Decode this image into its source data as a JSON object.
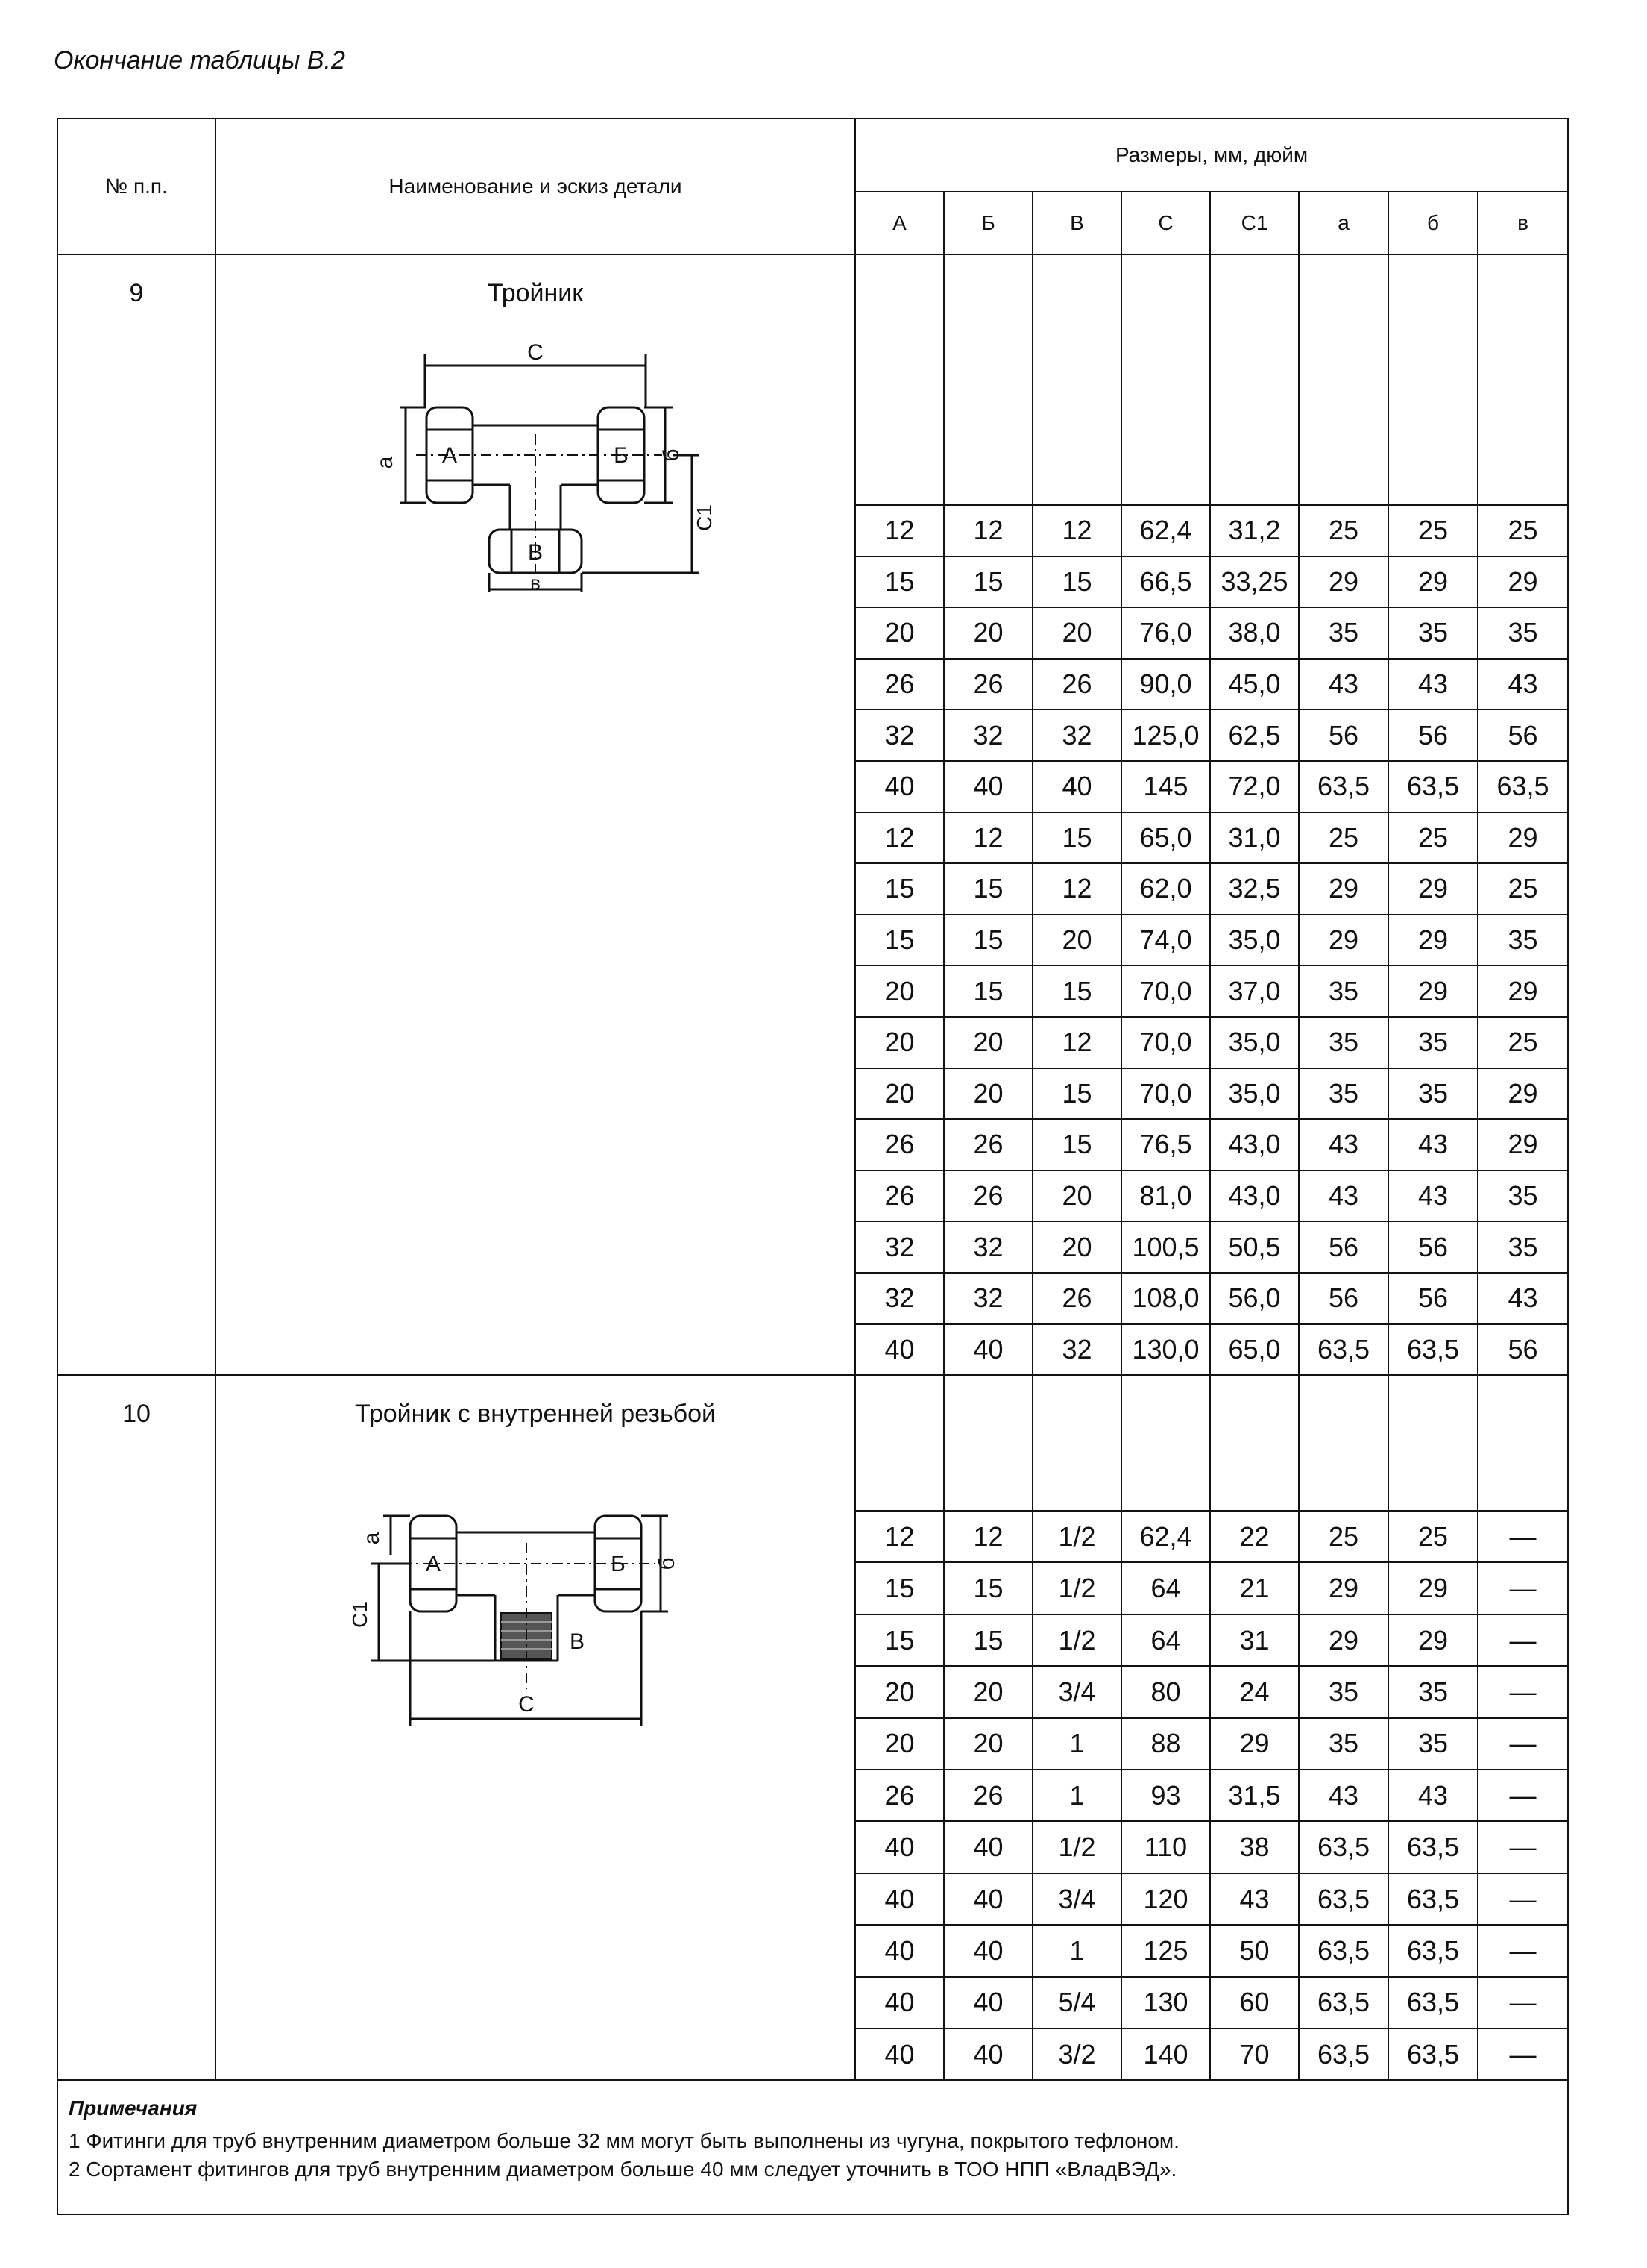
{
  "caption": "Окончание таблицы В.2",
  "headers": {
    "num": "№ п.п.",
    "name": "Наименование и эскиз детали",
    "sizes": "Размеры, мм, дюйм",
    "cols": [
      "А",
      "Б",
      "В",
      "С",
      "С1",
      "а",
      "б",
      "в"
    ]
  },
  "sections": [
    {
      "num": "9",
      "name": "Тройник",
      "sketch_labels": {
        "c": "С",
        "a": "а",
        "A": "А",
        "B": "Б",
        "b": "б",
        "C1": "С1",
        "V": "В",
        "v": "в"
      },
      "rows": [
        [
          "12",
          "12",
          "12",
          "62,4",
          "31,2",
          "25",
          "25",
          "25"
        ],
        [
          "15",
          "15",
          "15",
          "66,5",
          "33,25",
          "29",
          "29",
          "29"
        ],
        [
          "20",
          "20",
          "20",
          "76,0",
          "38,0",
          "35",
          "35",
          "35"
        ],
        [
          "26",
          "26",
          "26",
          "90,0",
          "45,0",
          "43",
          "43",
          "43"
        ],
        [
          "32",
          "32",
          "32",
          "125,0",
          "62,5",
          "56",
          "56",
          "56"
        ],
        [
          "40",
          "40",
          "40",
          "145",
          "72,0",
          "63,5",
          "63,5",
          "63,5"
        ],
        [
          "12",
          "12",
          "15",
          "65,0",
          "31,0",
          "25",
          "25",
          "29"
        ],
        [
          "15",
          "15",
          "12",
          "62,0",
          "32,5",
          "29",
          "29",
          "25"
        ],
        [
          "15",
          "15",
          "20",
          "74,0",
          "35,0",
          "29",
          "29",
          "35"
        ],
        [
          "20",
          "15",
          "15",
          "70,0",
          "37,0",
          "35",
          "29",
          "29"
        ],
        [
          "20",
          "20",
          "12",
          "70,0",
          "35,0",
          "35",
          "35",
          "25"
        ],
        [
          "20",
          "20",
          "15",
          "70,0",
          "35,0",
          "35",
          "35",
          "29"
        ],
        [
          "26",
          "26",
          "15",
          "76,5",
          "43,0",
          "43",
          "43",
          "29"
        ],
        [
          "26",
          "26",
          "20",
          "81,0",
          "43,0",
          "43",
          "43",
          "35"
        ],
        [
          "32",
          "32",
          "20",
          "100,5",
          "50,5",
          "56",
          "56",
          "35"
        ],
        [
          "32",
          "32",
          "26",
          "108,0",
          "56,0",
          "56",
          "56",
          "43"
        ],
        [
          "40",
          "40",
          "32",
          "130,0",
          "65,0",
          "63,5",
          "63,5",
          "56"
        ]
      ]
    },
    {
      "num": "10",
      "name": "Тройник с внутренней резьбой",
      "sketch_labels": {
        "a": "а",
        "A": "А",
        "B": "Б",
        "b": "б",
        "C1": "С1",
        "V": "В",
        "c": "С"
      },
      "rows": [
        [
          "12",
          "12",
          "1/2",
          "62,4",
          "22",
          "25",
          "25",
          "—"
        ],
        [
          "15",
          "15",
          "1/2",
          "64",
          "21",
          "29",
          "29",
          "—"
        ],
        [
          "15",
          "15",
          "1/2",
          "64",
          "31",
          "29",
          "29",
          "—"
        ],
        [
          "20",
          "20",
          "3/4",
          "80",
          "24",
          "35",
          "35",
          "—"
        ],
        [
          "20",
          "20",
          "1",
          "88",
          "29",
          "35",
          "35",
          "—"
        ],
        [
          "26",
          "26",
          "1",
          "93",
          "31,5",
          "43",
          "43",
          "—"
        ],
        [
          "40",
          "40",
          "1/2",
          "110",
          "38",
          "63,5",
          "63,5",
          "—"
        ],
        [
          "40",
          "40",
          "3/4",
          "120",
          "43",
          "63,5",
          "63,5",
          "—"
        ],
        [
          "40",
          "40",
          "1",
          "125",
          "50",
          "63,5",
          "63,5",
          "—"
        ],
        [
          "40",
          "40",
          "5/4",
          "130",
          "60",
          "63,5",
          "63,5",
          "—"
        ],
        [
          "40",
          "40",
          "3/2",
          "140",
          "70",
          "63,5",
          "63,5",
          "—"
        ]
      ]
    }
  ],
  "notes": {
    "title": "Примечания",
    "lines": [
      "1 Фитинги для труб внутренним диаметром больше 32 мм могут быть выполнены из чугуна, покрытого тефлоном.",
      "2 Сортамент фитингов для труб внутренним диаметром больше 40 мм следует уточнить в ТОО НПП «ВладВЭД»."
    ]
  }
}
